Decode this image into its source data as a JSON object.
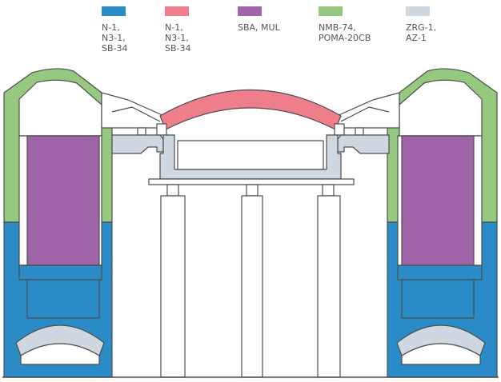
{
  "colors": {
    "blue": "#2a8bc6",
    "pink": "#ee7f8a",
    "purple": "#a064a8",
    "green": "#95c97f",
    "gray": "#cfd8e0",
    "outline": "#4d4d4d"
  },
  "legend": [
    {
      "color": "#2a8bc6",
      "lines": [
        "N-1,",
        "N3-1,",
        "SB-34"
      ]
    },
    {
      "color": "#ee7f8a",
      "lines": [
        "N-1,",
        "N3-1,",
        "SB-34"
      ]
    },
    {
      "color": "#a064a8",
      "lines": [
        "SBA, MUL"
      ]
    },
    {
      "color": "#95c97f",
      "lines": [
        "NMB-74,",
        "POMA-20CB"
      ]
    },
    {
      "color": "#cfd8e0",
      "lines": [
        "ZRG-1,",
        "AZ-1"
      ]
    }
  ]
}
